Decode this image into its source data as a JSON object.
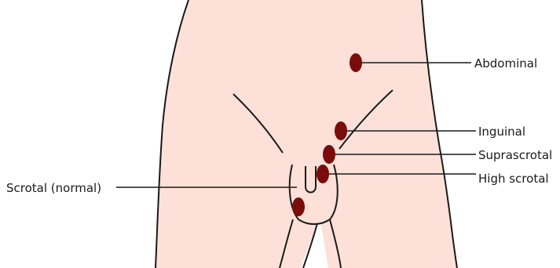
{
  "colors": {
    "skin": "#fde1d8",
    "outline": "#1a1a1a",
    "marker": "#7a0c0c",
    "background": "#ffffff"
  },
  "labels": {
    "abdominal": "Abdominal",
    "inguinal": "Inguinal",
    "suprascrotal": "Suprascrotal",
    "high_scrotal": "High scrotal",
    "scrotal_normal": "Scrotal (normal)"
  }
}
